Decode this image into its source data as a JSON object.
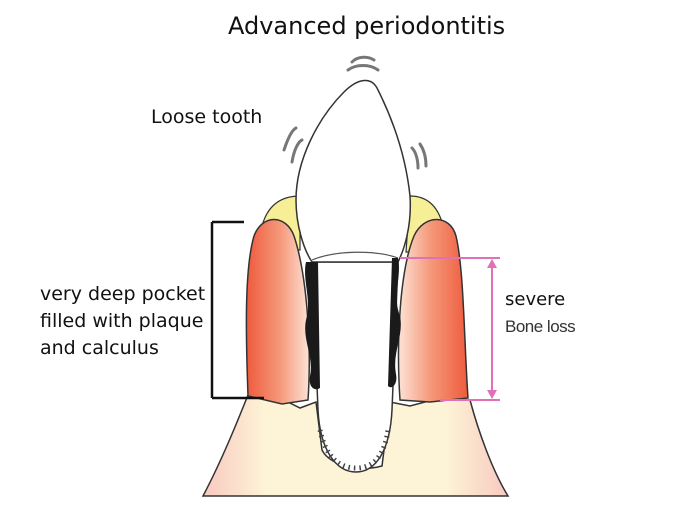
{
  "title": "Advanced periodontitis",
  "labels": {
    "loose_tooth": "Loose tooth",
    "pocket_line1": "very deep pocket",
    "pocket_line2": "filled with plaque",
    "pocket_line3": "and calculus",
    "severe": "severe",
    "bone_loss": "Bone loss"
  },
  "colors": {
    "gum_outer": "#f05a3a",
    "gum_inner": "#fbd9cc",
    "enamel_collar": "#f6ef95",
    "bone": "#fdf6d8",
    "calculus": "#1a1a1a",
    "bone_loss_marker": "#e070b8"
  }
}
